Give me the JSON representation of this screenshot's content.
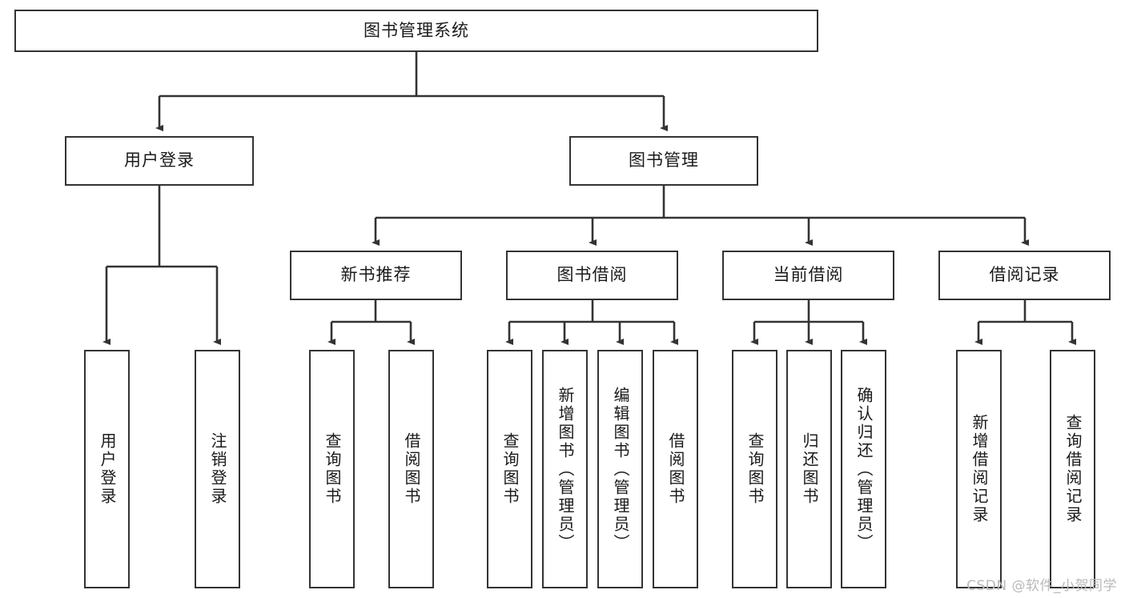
{
  "diagram": {
    "title": "图书管理系统",
    "type": "tree-hierarchy",
    "root": {
      "label": "图书管理系统"
    },
    "level2": [
      {
        "label": "用户登录"
      },
      {
        "label": "图书管理"
      }
    ],
    "level3": [
      {
        "label": "新书推荐"
      },
      {
        "label": "图书借阅"
      },
      {
        "label": "当前借阅"
      },
      {
        "label": "借阅记录"
      }
    ],
    "leaves": {
      "user_login": [
        {
          "label": "用户登录"
        },
        {
          "label": "注销登录"
        }
      ],
      "new_book_recommend": [
        {
          "label": "查询图书"
        },
        {
          "label": "借阅图书"
        }
      ],
      "book_borrow": [
        {
          "label": "查询图书"
        },
        {
          "label": "新增图书（管理员）"
        },
        {
          "label": "编辑图书（管理员）"
        },
        {
          "label": "借阅图书"
        }
      ],
      "current_borrow": [
        {
          "label": "查询图书"
        },
        {
          "label": "归还图书"
        },
        {
          "label": "确认归还（管理员）"
        }
      ],
      "borrow_record": [
        {
          "label": "新增借阅记录"
        },
        {
          "label": "查询借阅记录"
        }
      ]
    },
    "watermark": "CSDN @软件_小贺同学",
    "colors": {
      "stroke": "#333333",
      "fill": "#ffffff",
      "text": "#1a1a1a",
      "watermark": "#b9b9b9"
    }
  }
}
